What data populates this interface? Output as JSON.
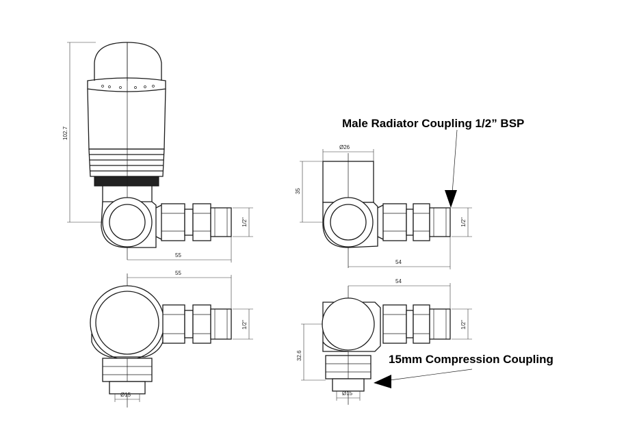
{
  "callouts": {
    "male_coupling": "Male Radiator Coupling 1/2” BSP",
    "compression_coupling": "15mm Compression Coupling"
  },
  "dimensions": {
    "height_thermostatic": "102.7",
    "width_top_left": "55",
    "thread_top_left": "1/2\"",
    "width_bottom_left": "55",
    "thread_bottom_left": "1/2\"",
    "pipe_bottom_left": "Ø15",
    "cap_diameter": "Ø26",
    "cap_height": "35",
    "thread_top_right": "1/2\"",
    "width_top_right": "54",
    "width_bottom_right": "54",
    "thread_bottom_right": "1/2\"",
    "height_bottom_right": "32.6",
    "pipe_bottom_right": "Ø15"
  }
}
